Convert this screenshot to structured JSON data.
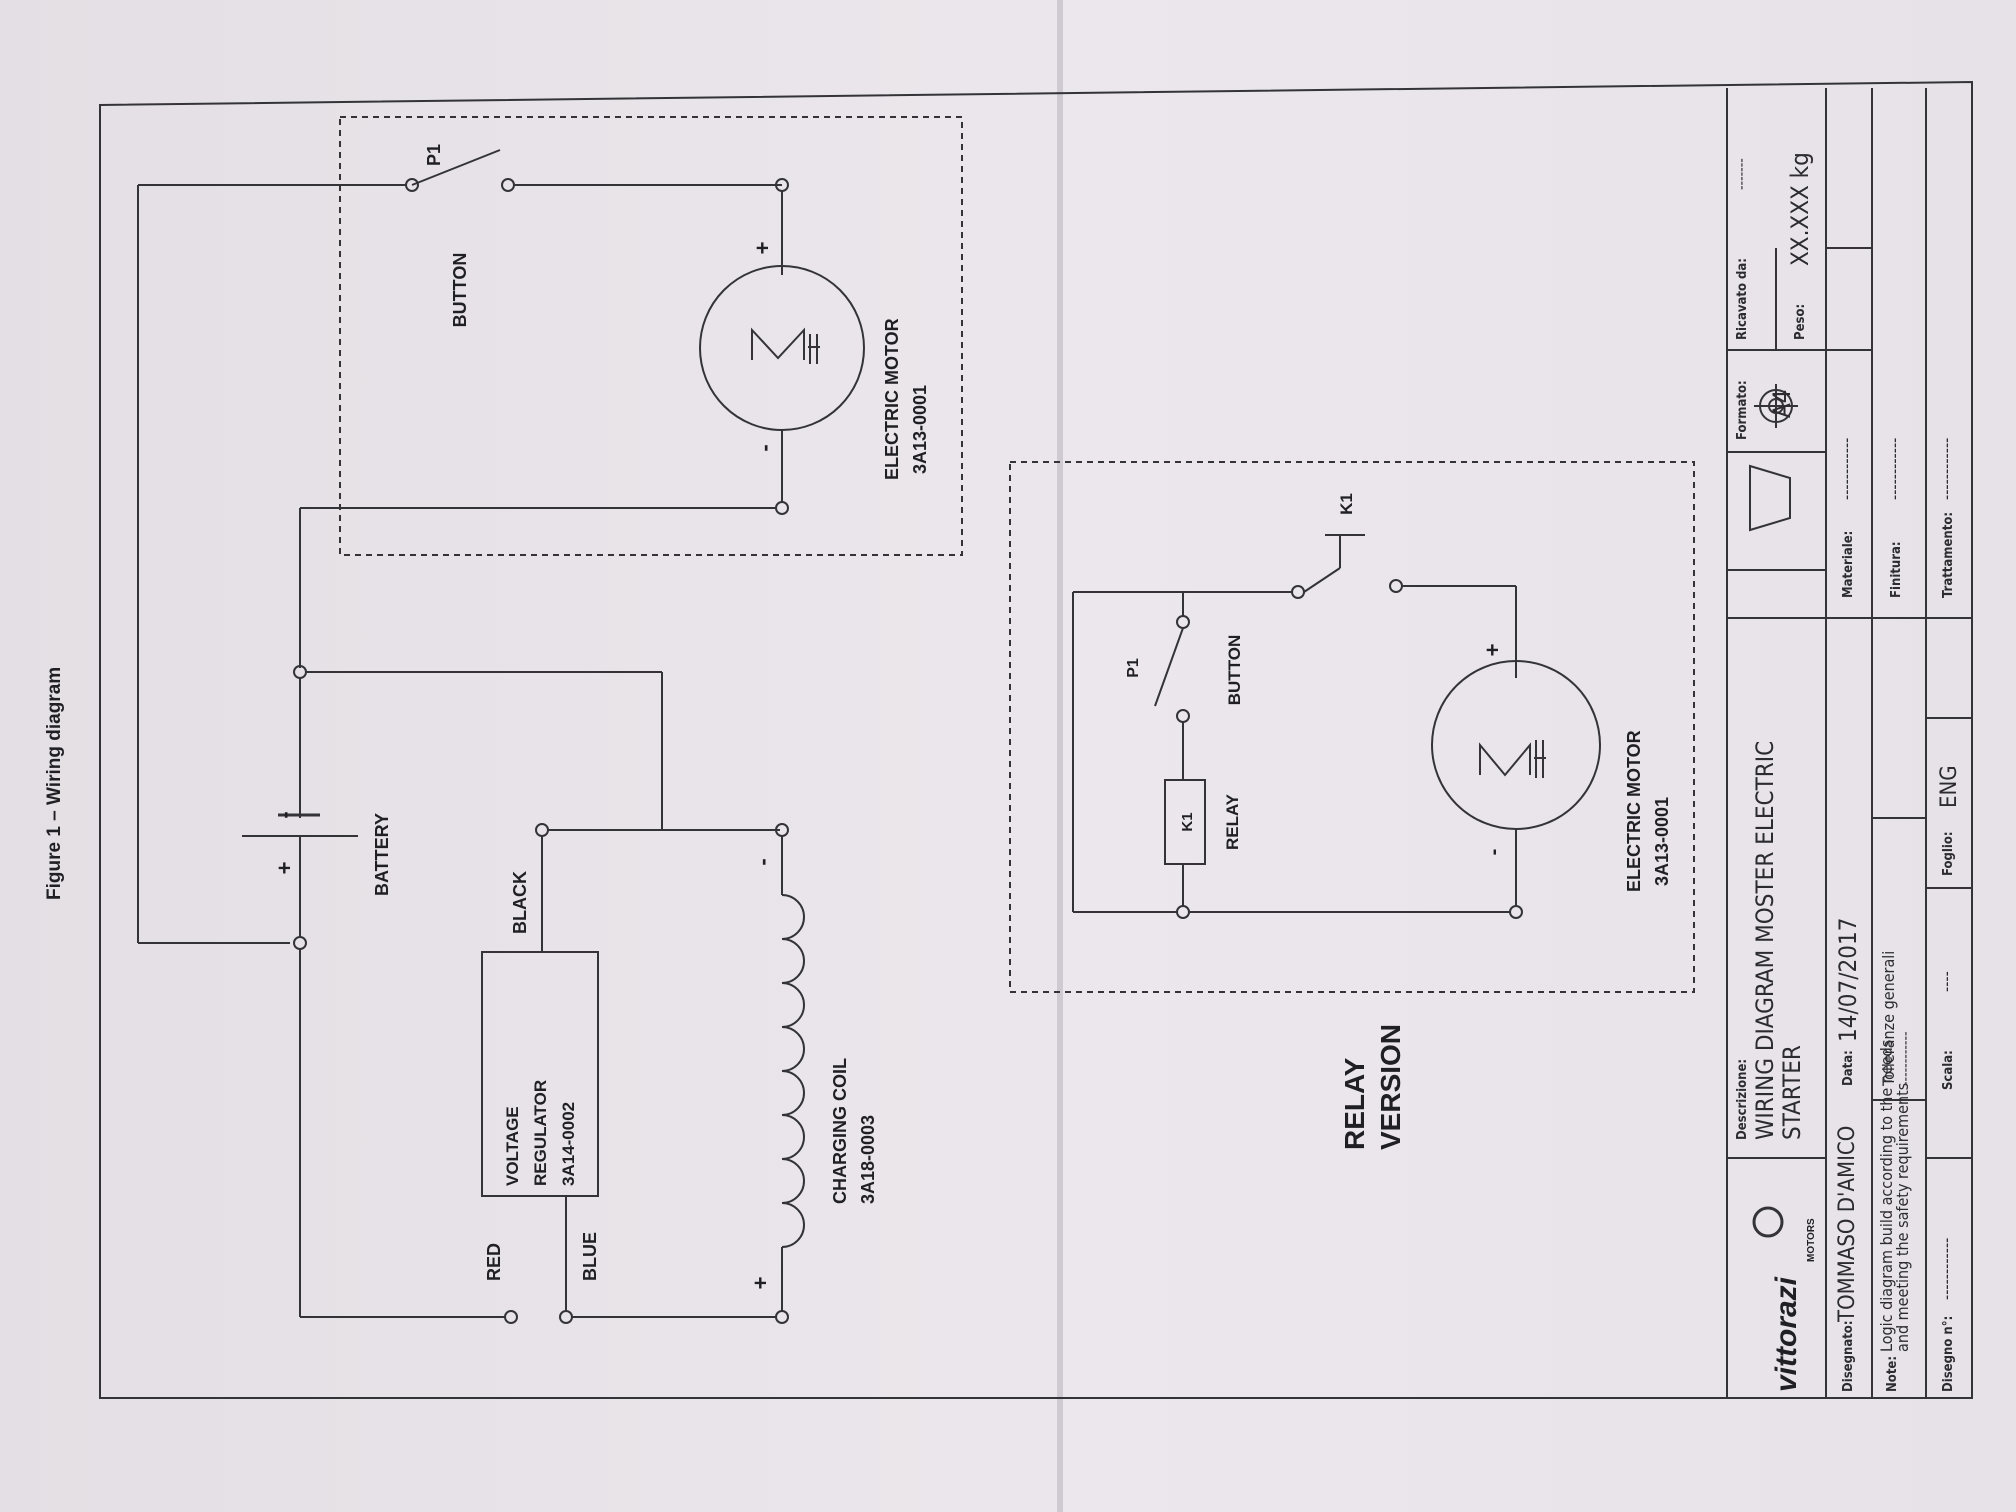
{
  "figure_title": "Figure 1 – Wiring diagram",
  "main_circuit": {
    "button_label": "BUTTON",
    "button_ref": "P1",
    "motor_name": "ELECTRIC MOTOR",
    "motor_code": "3A13-0001",
    "motor_plus": "+",
    "motor_minus": "-",
    "battery_label": "BATTERY",
    "battery_plus": "+",
    "battery_minus": "-",
    "regulator_line1": "VOLTAGE",
    "regulator_line2": "REGULATOR",
    "regulator_code": "3A14-0002",
    "wire_black": "BLACK",
    "wire_red": "RED",
    "wire_blue": "BLUE",
    "coil_name": "CHARGING COIL",
    "coil_code": "3A18-0003",
    "coil_plus": "+",
    "coil_minus": "-"
  },
  "relay_circuit": {
    "title_line1": "RELAY",
    "title_line2": "VERSION",
    "k1_ref": "K1",
    "p1_ref": "P1",
    "button_label": "BUTTON",
    "relay_box": "K1",
    "relay_label": "RELAY",
    "motor_name": "ELECTRIC MOTOR",
    "motor_code": "3A13-0001",
    "motor_plus": "+",
    "motor_minus": "-"
  },
  "title_block": {
    "company": "vittorazi",
    "company_sub": "MOTORS",
    "descr_label": "Descrizione:",
    "descr_line1": "WIRING DIAGRAM MOSTER ELECTRIC",
    "descr_line2": "STARTER",
    "designer_label": "Disegnato:",
    "designer": "TOMMASO D'AMICO",
    "date_label": "Data:",
    "date": "14/07/2017",
    "note_label": "Note:",
    "note_line1": "Logic diagram build according to the needs",
    "note_line2": "and meeting the safety requirements",
    "toll_line1": "Tolleranze generali",
    "toll_line2": "------------",
    "drawing_no_label": "Disegno n°:",
    "drawing_no": "------------",
    "scale_label": "Scala:",
    "scale": "----",
    "sheet_label": "Foglio:",
    "sheet": "ENG",
    "material_label": "Materiale:",
    "material": "------------",
    "finish_label": "Finitura:",
    "finish": "------------",
    "treatment_label": "Trattamento:",
    "treatment": "------------",
    "format_label": "Formato:",
    "format": "A4",
    "derived_label": "Ricavato da:",
    "derived": "-------",
    "weight_label": "Peso:",
    "weight": "XX.XXX kg"
  }
}
